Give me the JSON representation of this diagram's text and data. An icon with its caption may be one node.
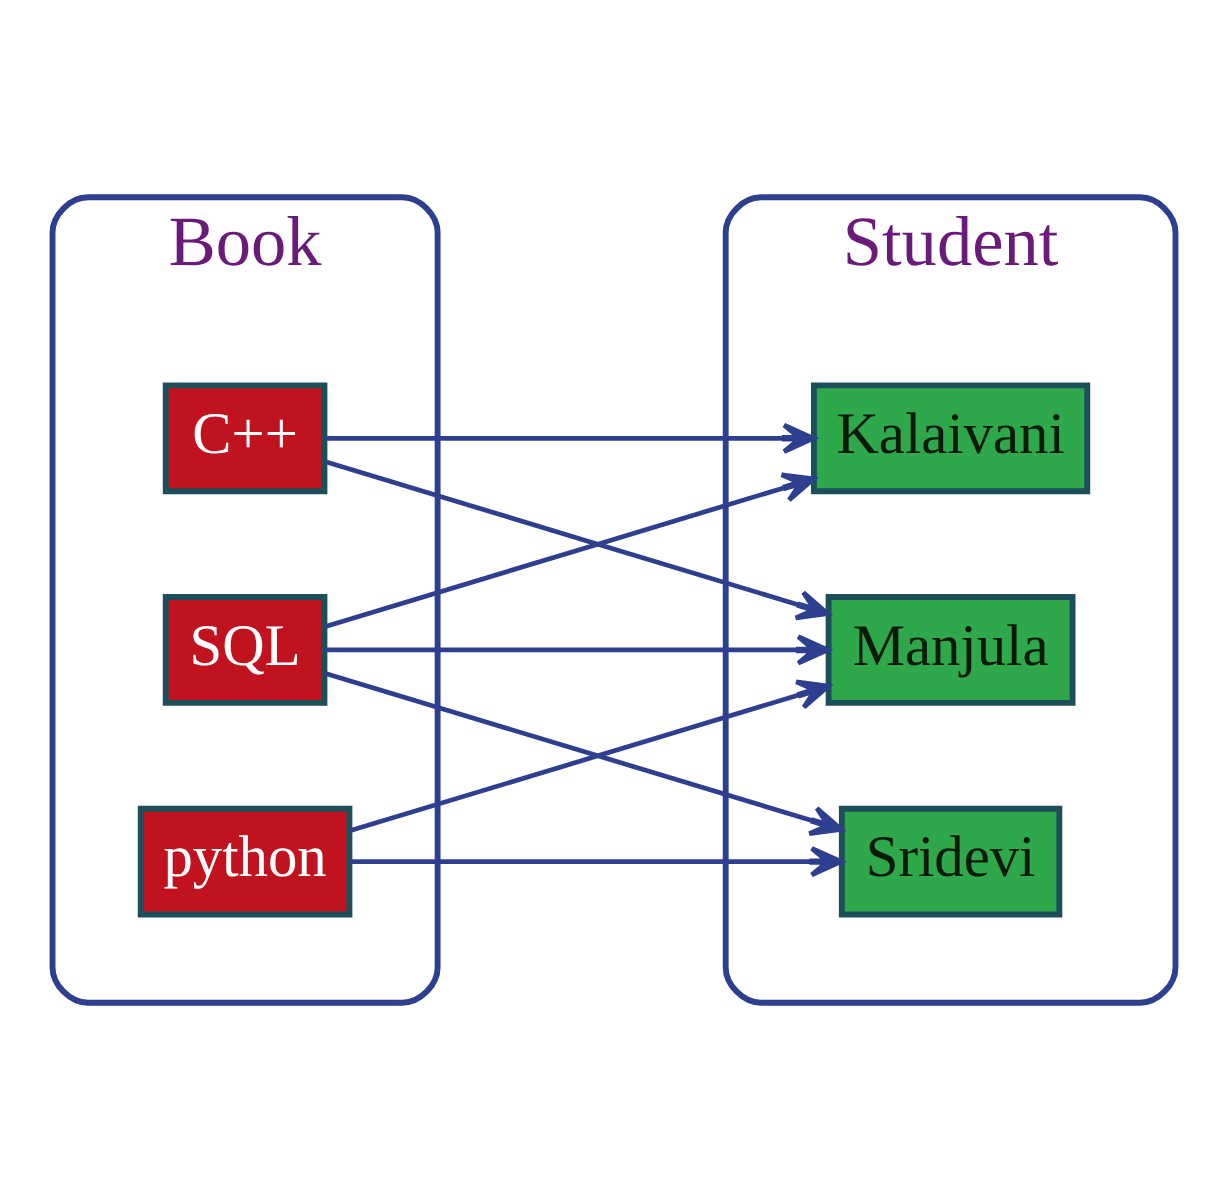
{
  "diagram": {
    "nodes": [
      {
        "text": [
          "Book"
        ]
      },
      {
        "text": [
          "C++"
        ],
        "in": 0
      },
      {
        "text": [
          "SQL"
        ],
        "in": 0
      },
      {
        "text": [
          "python"
        ],
        "in": 0
      },
      {
        "text": [
          "Student"
        ]
      },
      {
        "text": [
          "Kalaivani"
        ],
        "in": 4
      },
      {
        "text": [
          "Manjula"
        ],
        "in": 4
      },
      {
        "text": [
          "Sridevi"
        ],
        "in": 4
      }
    ],
    "edges": [
      {
        "from": 1,
        "to": 5,
        "arrow": "to"
      },
      {
        "from": 1,
        "to": 6,
        "arrow": "to"
      },
      {
        "from": 2,
        "to": 5,
        "arrow": "to"
      },
      {
        "from": 2,
        "to": 6,
        "arrow": "to"
      },
      {
        "from": 2,
        "to": 7,
        "arrow": "to"
      },
      {
        "from": 3,
        "to": 6,
        "arrow": "to"
      },
      {
        "from": 3,
        "to": 7,
        "arrow": "to"
      }
    ]
  }
}
